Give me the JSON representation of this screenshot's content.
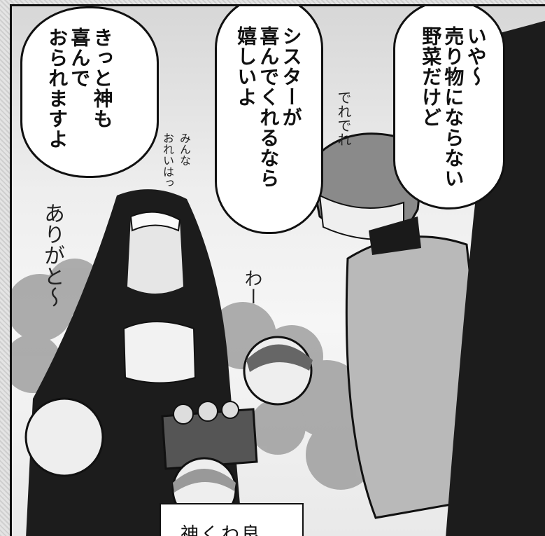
{
  "speech_bubbles": [
    {
      "text": "いや〜\n売り物にならない\n野菜だけど"
    },
    {
      "text": "シスターが\n喜んでくれるなら\n嬉しいよ"
    },
    {
      "text": "きっと神も\n喜んで\nおられますよ"
    }
  ],
  "sound_effects": {
    "dere": "でれでれ",
    "minna": "みんな\nおれいはっ",
    "arigato": "ありがと〜",
    "wai": "わー"
  },
  "caption": {
    "text": "神くわ良"
  }
}
